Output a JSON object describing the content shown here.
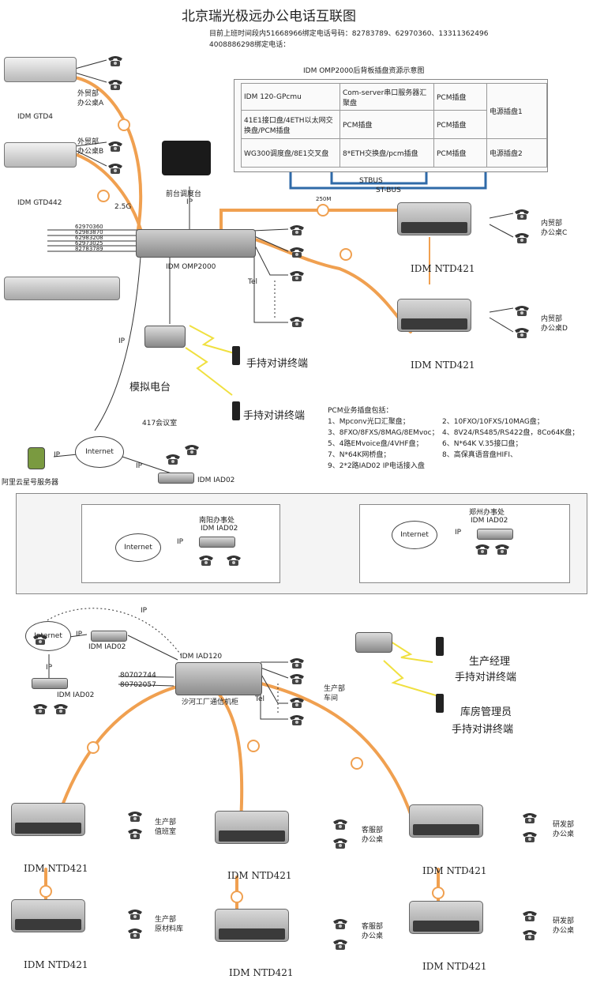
{
  "title": "北京瑞光极远办公电话互联图",
  "header": {
    "line1": "目前上班时间段内51668966绑定电话号码：82783789、62970360、13311362496",
    "line2": "4008886298绑定电话："
  },
  "backplane": {
    "caption": "IDM OMP2000后背板插盘资源示意图",
    "cells": {
      "r1c1": "IDM 120-GPcmu",
      "r1c2": "Com-server串口服务器汇聚盘",
      "r1c3": "PCM插盘",
      "r2c1": "41E1接口盘/4ETH以太网交换盘/PCM插盘",
      "r2c2": "PCM插盘",
      "r2c3": "PCM插盘",
      "r3c1": "WG300调度盘/8E1交叉盘",
      "r3c2": "8*ETH交换盘/pcm插盘",
      "r3c3": "PCM插盘",
      "power1": "电源插盘1",
      "power2": "电源插盘2"
    },
    "stbus": "STBUS",
    "st_bus": "ST-BUS"
  },
  "top_section": {
    "gtd1_label": "IDM GTD4",
    "gtd2_label": "IDM GTD442",
    "dept_a": "外贸部\n办公桌A",
    "dept_b": "外贸部\n办公桌B",
    "console_label": "前台调度台",
    "ip1": "IP",
    "speed": "2.5G",
    "distance": "250M",
    "phone_numbers": [
      "62970360",
      "62983870",
      "62983208",
      "62973025",
      "82783789"
    ],
    "omp_label": "IDM OMP2000",
    "tel": "Tel",
    "ntd_c_label": "IDM NTD421",
    "ntd_d_label": "IDM NTD421",
    "dept_c": "内贸部\n办公桌C",
    "dept_d": "内贸部\n办公桌D",
    "ip2": "IP",
    "walkie1": "手持对讲终端",
    "walkie2": "手持对讲终端",
    "radio_station": "模拟电台",
    "room417": "417会议室",
    "internet": "Internet",
    "ip3": "IP",
    "ip4": "IP",
    "aliyun": "阿里云星号服务器",
    "iad02": "IDM IAD02"
  },
  "pcm_list": {
    "title": "PCM业务插盘包括：",
    "items": [
      "1、Mpconv光口汇聚盘；",
      "2、10FXO/10FXS/10MAG盘；",
      "3、8FXO/8FXS/8MAG/8EMvoc；",
      "4、8V24/RS485/RS422盘，8Co64K盘；",
      "5、4路EMvoice盘/4VHF盘；",
      "6、N*64K V.35接口盘；",
      "7、N*64K网桥盘；",
      "8、高保真语音盘HIFI、",
      "9、2*2路IAD02 IP电话接入盘"
    ]
  },
  "branch_offices": [
    {
      "name": "南阳办事处",
      "device": "IDM IAD02",
      "internet": "Internet",
      "ip": "IP"
    },
    {
      "name": "郑州办事处",
      "device": "IDM IAD02",
      "internet": "Internet",
      "ip": "IP"
    }
  ],
  "bottom_section": {
    "internet": "Internet",
    "ip_a": "IP",
    "ip_b": "IP",
    "ip_c": "IP",
    "iad_a": "IDM IAD02",
    "iad_b": "IDM IAD02",
    "iad120": "IDM IAD120",
    "numbers": [
      "80702744",
      "80702057"
    ],
    "cabinet": "沙河工厂通信机柜",
    "tel": "Tel",
    "workshop": "生产部\n车间",
    "manager": "生产经理",
    "manager_walkie": "手持对讲终端",
    "warehouse": "库房管理员",
    "warehouse_walkie": "手持对讲终端",
    "ntd_labels": [
      "IDM NTD421",
      "IDM NTD421",
      "IDM NTD421",
      "IDM NTD421",
      "IDM NTD421",
      "IDM NTD421"
    ],
    "depts": [
      "生产部\n值班室",
      "客服部\n办公桌",
      "研发部\n办公桌",
      "生产部\n原材料库",
      "客服部\n办公桌",
      "研发部\n办公桌"
    ]
  },
  "colors": {
    "fiber": "#f0a050",
    "line": "#333333",
    "bus": "#2f6aa8"
  }
}
